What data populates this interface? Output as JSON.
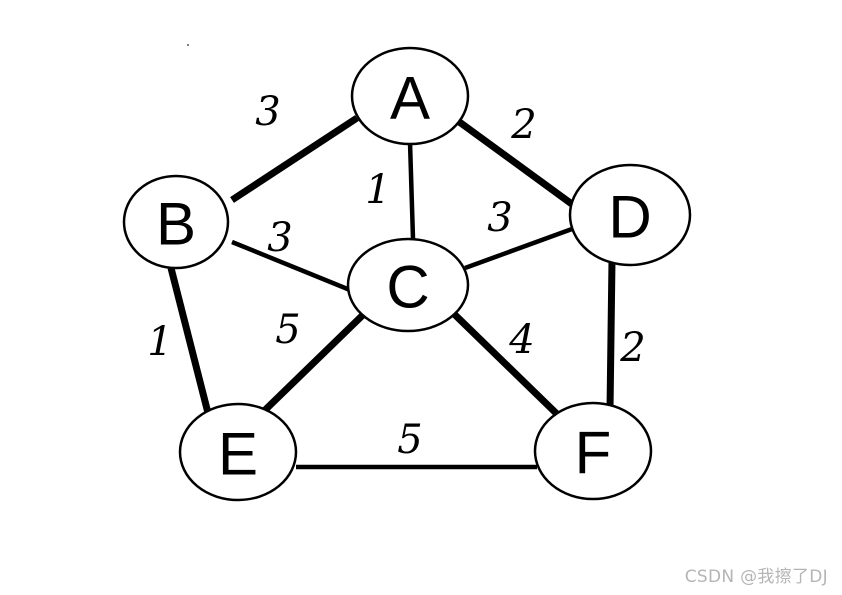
{
  "graph": {
    "nodes": [
      {
        "id": "A",
        "label": "A"
      },
      {
        "id": "B",
        "label": "B"
      },
      {
        "id": "C",
        "label": "C"
      },
      {
        "id": "D",
        "label": "D"
      },
      {
        "id": "E",
        "label": "E"
      },
      {
        "id": "F",
        "label": "F"
      }
    ],
    "edges": [
      {
        "from": "A",
        "to": "B",
        "weight": "3",
        "bold": true
      },
      {
        "from": "A",
        "to": "C",
        "weight": "1",
        "bold": false
      },
      {
        "from": "A",
        "to": "D",
        "weight": "2",
        "bold": true
      },
      {
        "from": "B",
        "to": "C",
        "weight": "3",
        "bold": false
      },
      {
        "from": "C",
        "to": "D",
        "weight": "3",
        "bold": false
      },
      {
        "from": "B",
        "to": "E",
        "weight": "1",
        "bold": true
      },
      {
        "from": "C",
        "to": "E",
        "weight": "5",
        "bold": true
      },
      {
        "from": "C",
        "to": "F",
        "weight": "4",
        "bold": true
      },
      {
        "from": "D",
        "to": "F",
        "weight": "2",
        "bold": true
      },
      {
        "from": "E",
        "to": "F",
        "weight": "5",
        "bold": false
      }
    ]
  },
  "watermark": "CSDN @我擦了DJ"
}
